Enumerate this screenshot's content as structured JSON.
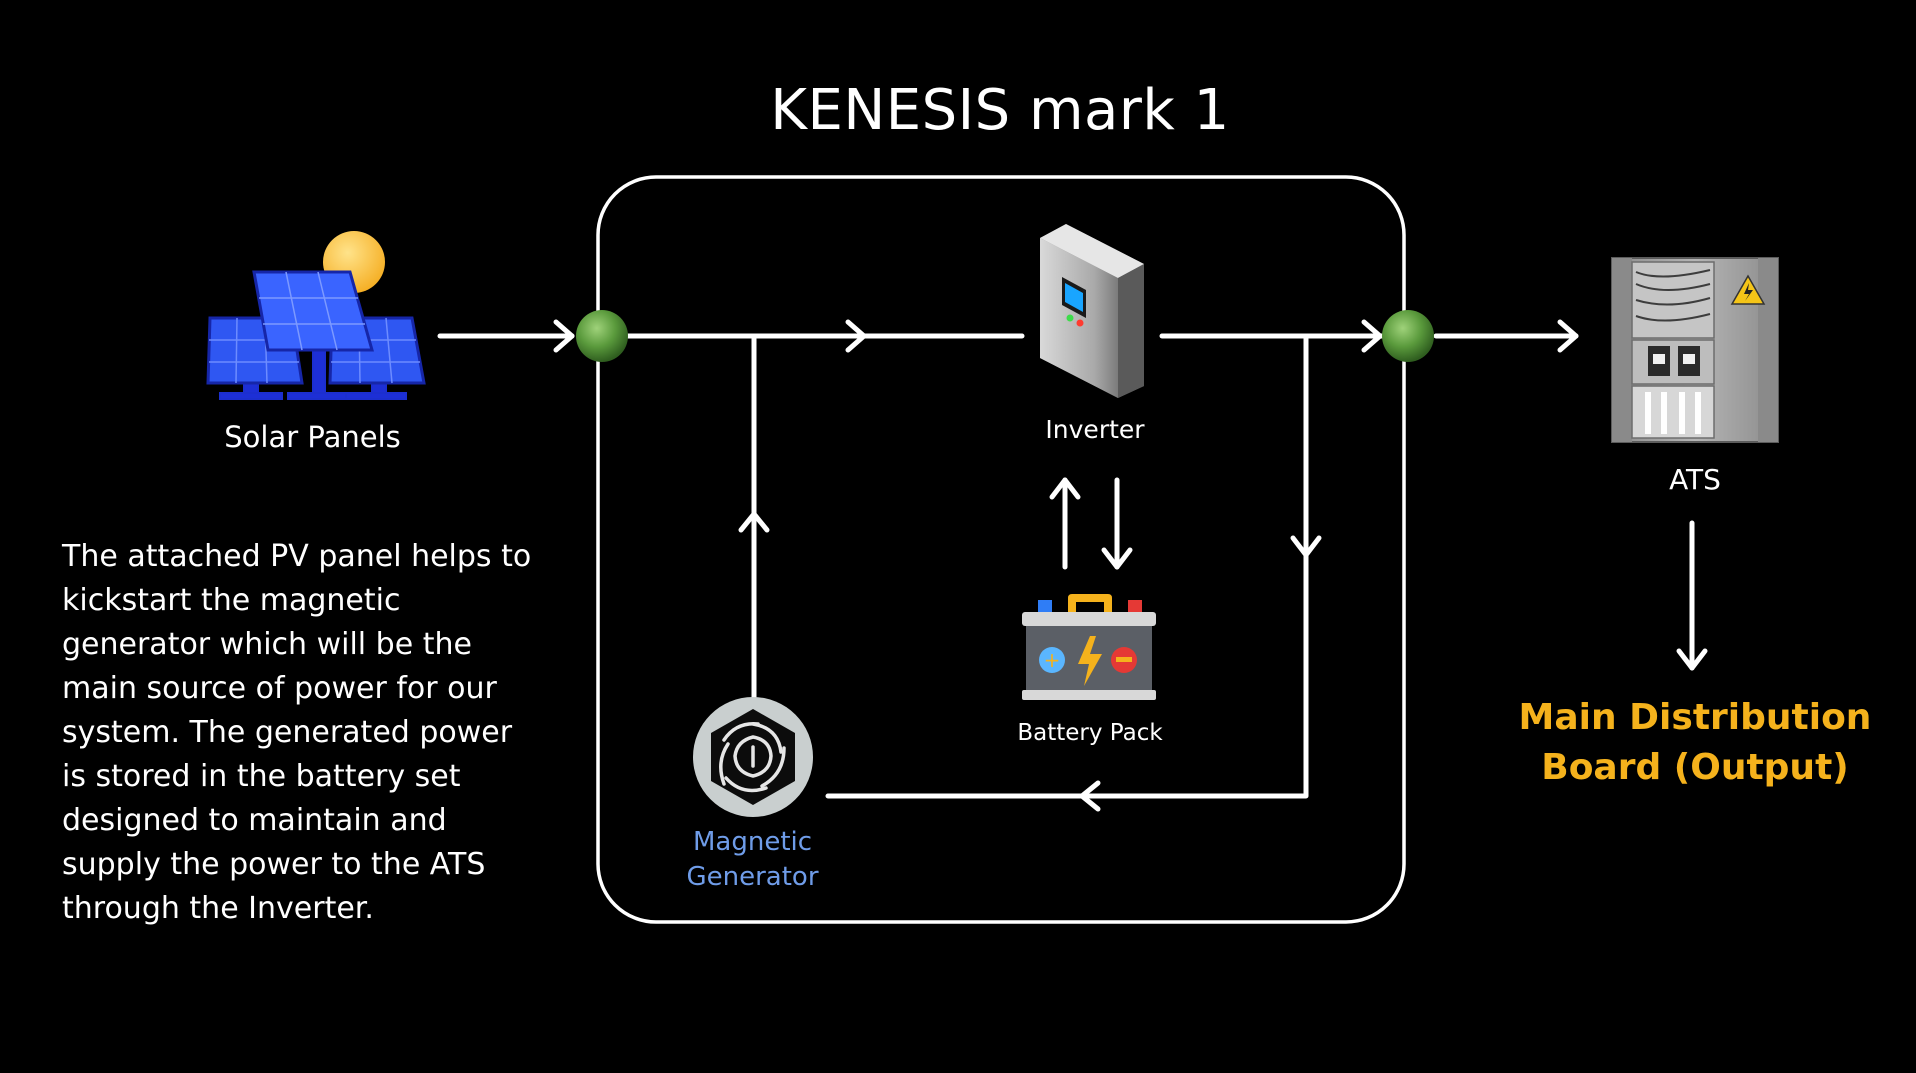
{
  "title": "KENESIS mark 1",
  "nodes": {
    "solar_panels": "Solar Panels",
    "inverter": "Inverter",
    "battery_pack": "Battery Pack",
    "magnetic_generator": "Magnetic Generator",
    "ats": "ATS",
    "main_distribution_board": "Main Distribution Board (Output)"
  },
  "description": "The attached PV panel helps to kickstart the magnetic generator which will be the main source of power for our system. The generated power is stored in the battery set designed to maintain and supply the power to the ATS through the Inverter.",
  "edges": [
    {
      "from": "Solar Panels",
      "to": "input junction"
    },
    {
      "from": "input junction",
      "to": "Inverter"
    },
    {
      "from": "Inverter",
      "to": "output junction"
    },
    {
      "from": "output junction",
      "to": "ATS"
    },
    {
      "from": "ATS",
      "to": "Main Distribution Board"
    },
    {
      "from": "Inverter",
      "to": "Battery Pack"
    },
    {
      "from": "Battery Pack",
      "to": "Inverter"
    },
    {
      "from": "output junction",
      "to": "Magnetic Generator"
    },
    {
      "from": "Magnetic Generator",
      "to": "input junction"
    }
  ],
  "colors": {
    "background": "#000000",
    "line": "#ffffff",
    "junction": "#5a9a3c",
    "generator_label": "#6f9ce8",
    "output_label": "#f5b21c"
  },
  "icons": [
    "solar-panel-icon",
    "sun-icon",
    "inverter-icon",
    "battery-icon",
    "magnetic-generator-icon",
    "ats-cabinet-icon"
  ]
}
